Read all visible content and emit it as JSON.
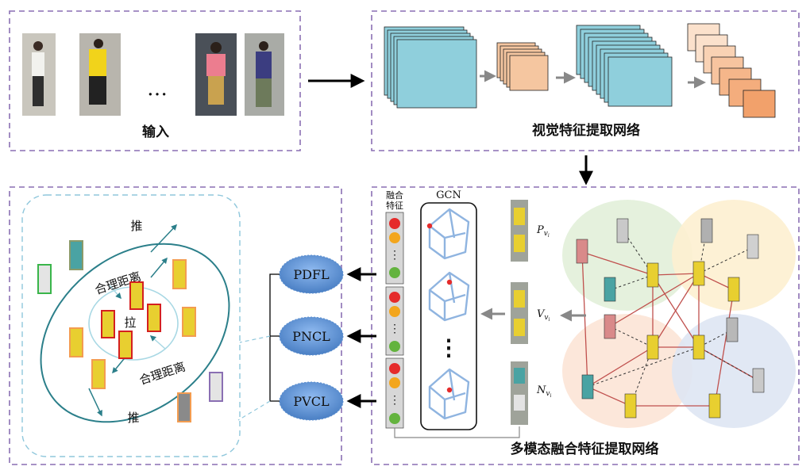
{
  "panels": {
    "input_label": "输入",
    "input_ellipsis": "…",
    "visual_label": "视觉特征提取网络",
    "multimodal_label": "多模态融合特征提取网络"
  },
  "fusion": {
    "line1": "融合",
    "line2": "特征",
    "gcn_label": "GCN",
    "dots": "⋮"
  },
  "triplet": {
    "p": "P",
    "v": "V",
    "n": "N",
    "sub": "v",
    "subsub": "i"
  },
  "losses": [
    "PDFL",
    "PNCL",
    "PVCL"
  ],
  "metric": {
    "push_top": "推",
    "push_bottom": "推",
    "pull": "拉",
    "dist_top": "合理距离",
    "dist_bottom": "合理距离"
  },
  "colors": {
    "dash_border": "#8a6fb3",
    "teal": "#2b7f8a",
    "cyan_block": "#8fcfdc",
    "peach_block": "#f5c6a0",
    "loss_blue": "#5b8fd0",
    "graph_edge": "#c0504d",
    "gcn_blue": "#8fb4e0",
    "dot_red": "#e52b2b",
    "dot_orange": "#f3a61d",
    "dot_green": "#63b33e"
  }
}
